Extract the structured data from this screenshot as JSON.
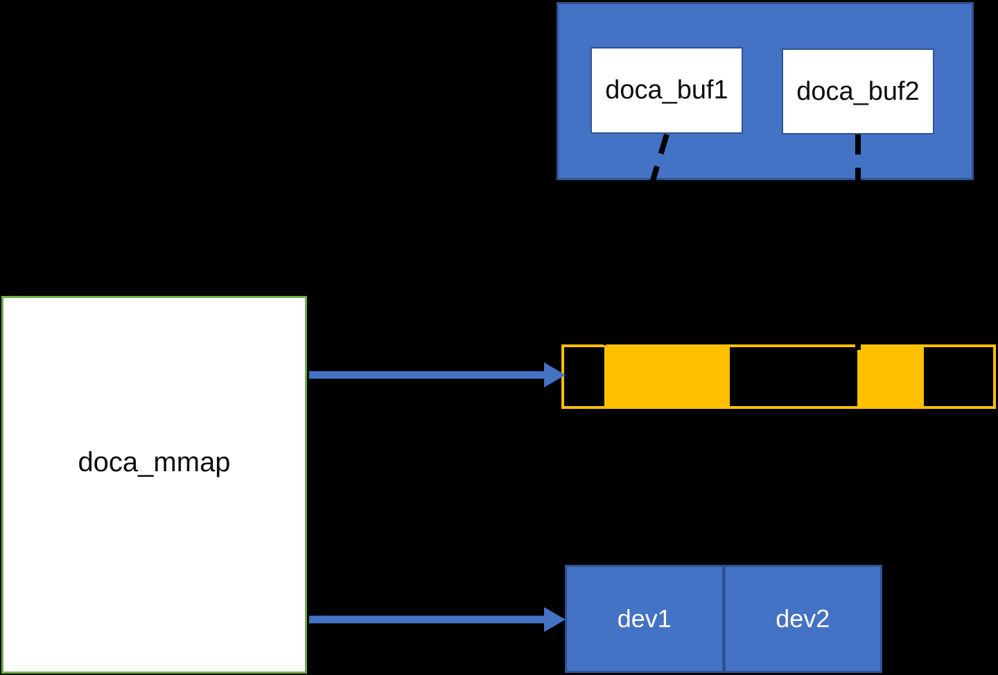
{
  "labels": {
    "buf1": "doca_buf1",
    "buf2": "doca_buf2",
    "mmap": "doca_mmap",
    "dev1": "dev1",
    "dev2": "dev2"
  },
  "colors": {
    "background": "#000000",
    "box_blue": "#4472C4",
    "box_blue_border": "#2F528F",
    "memory_orange": "#FFC000",
    "mmap_green_border": "#70AD47",
    "box_white": "#FFFFFF",
    "text_dark": "#0D0D0D",
    "text_light": "#FFFFFF",
    "dashed_connector": "#000000",
    "arrow_blue": "#4472C4"
  },
  "memory_bar": {
    "border_color": "#FFC000",
    "segments": [
      {
        "type": "unmapped",
        "color": "black",
        "width": 58
      },
      {
        "type": "mapped",
        "color": "orange",
        "width": 181
      },
      {
        "type": "unmapped",
        "color": "black",
        "width": 184
      },
      {
        "type": "mapped",
        "color": "orange",
        "width": 96
      },
      {
        "type": "unmapped",
        "color": "black",
        "width": 100
      }
    ]
  }
}
